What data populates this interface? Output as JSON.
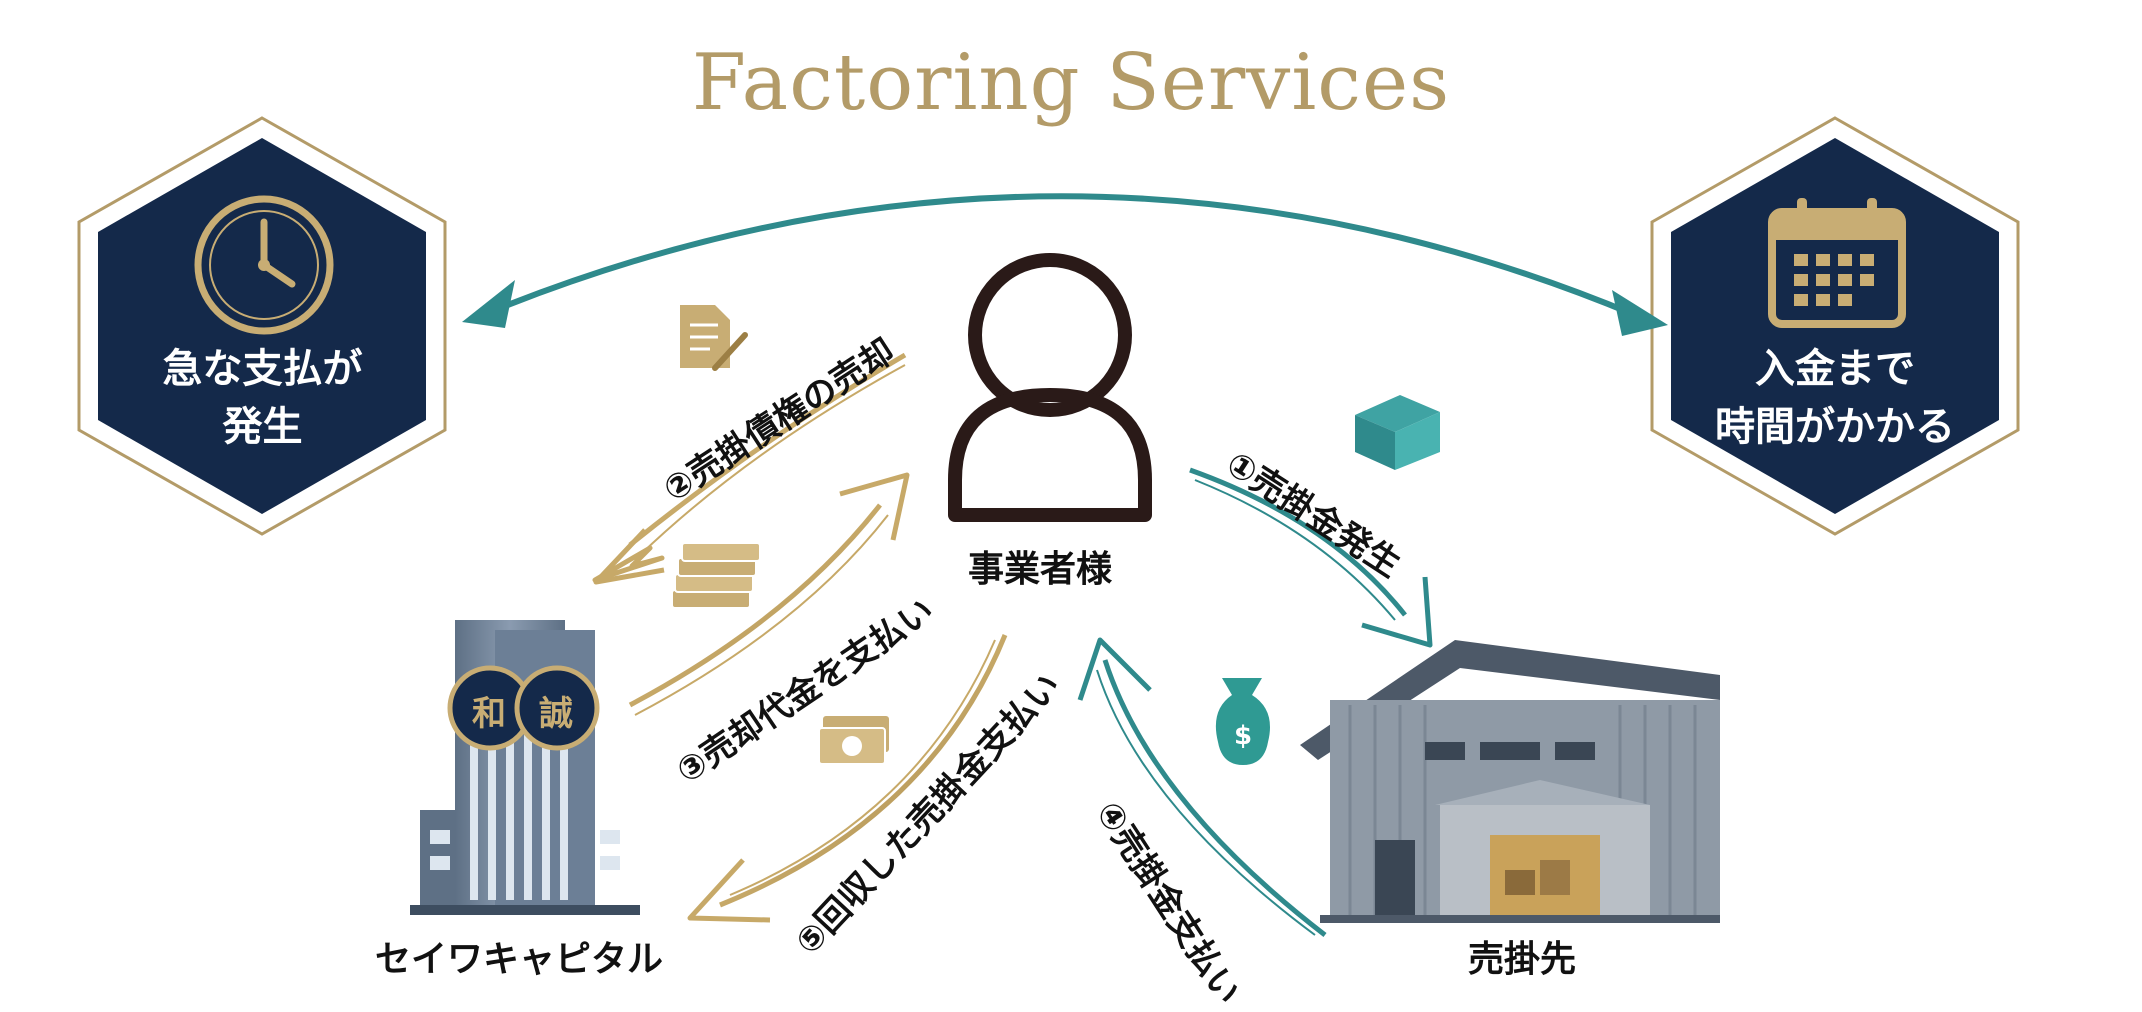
{
  "title": "Factoring Services",
  "left_hex": {
    "text_line1": "急な支払が",
    "text_line2": "発生",
    "icon": "clock-icon"
  },
  "right_hex": {
    "text_line1": "入金まで",
    "text_line2": "時間がかかる",
    "icon": "calendar-icon"
  },
  "nodes": {
    "business": "事業者様",
    "capital": "セイワキャピタル",
    "customer": "売掛先",
    "seal_chars": [
      "和",
      "誠"
    ]
  },
  "steps": {
    "step1": "①売掛金発生",
    "step2": "②売掛債権の売却",
    "step3": "③売却代金を支払い",
    "step4": "④売掛金支払い",
    "step5": "⑤回収した売掛金支払い"
  },
  "colors": {
    "navy": "#14294a",
    "gold": "#b39b68",
    "teal": "#2f8a8c"
  }
}
